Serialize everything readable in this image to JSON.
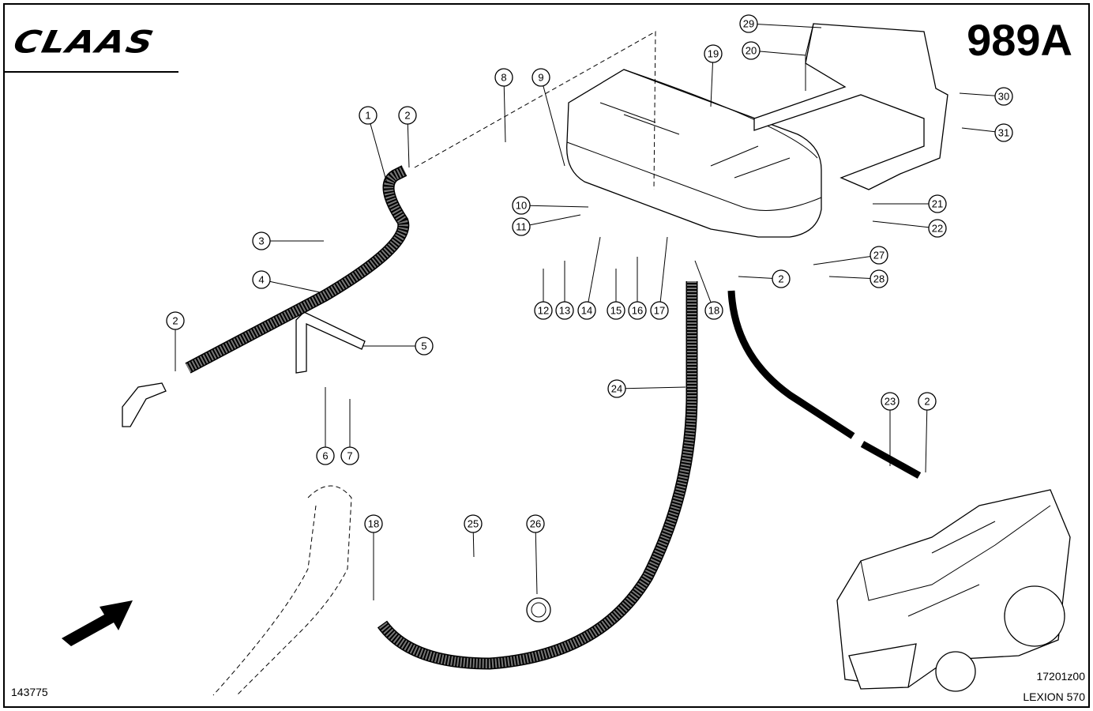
{
  "header": {
    "brand": "CLAAS",
    "page_number": "989A"
  },
  "footer": {
    "document_number": "143775",
    "drawing_ref": "17201z00",
    "model": "LEXION 570"
  },
  "callouts": [
    "1",
    "2",
    "3",
    "4",
    "5",
    "2",
    "6",
    "7",
    "8",
    "9",
    "10",
    "11",
    "12",
    "13",
    "14",
    "15",
    "16",
    "17",
    "18",
    "19",
    "20",
    "29",
    "30",
    "31",
    "21",
    "22",
    "27",
    "28",
    "2",
    "24",
    "23",
    "2",
    "25",
    "26",
    "18"
  ]
}
